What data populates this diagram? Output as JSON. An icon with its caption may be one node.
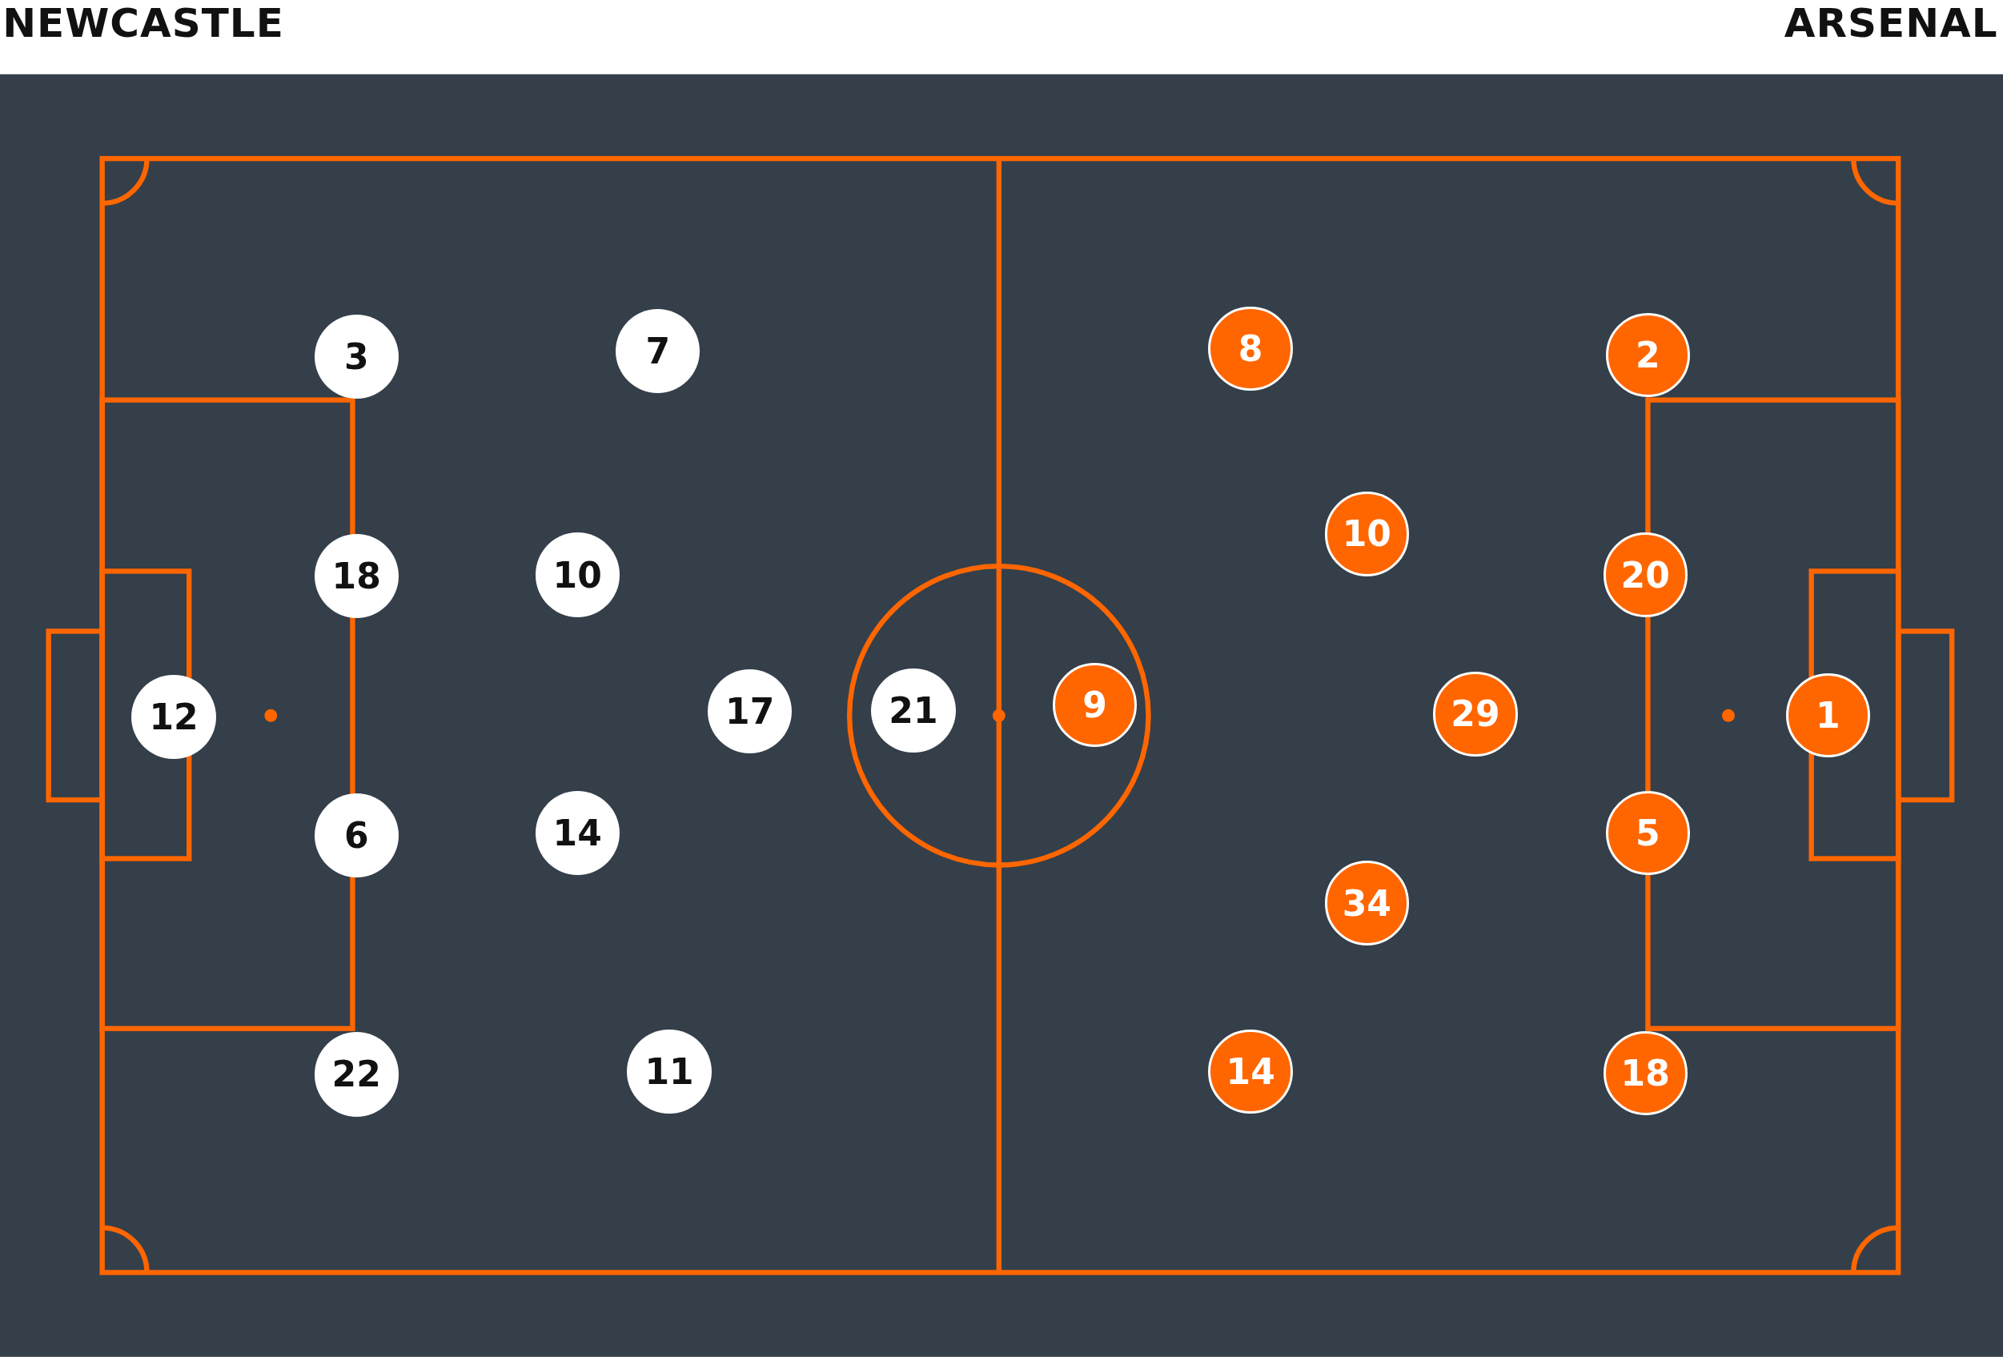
{
  "diagram": {
    "nodes": [
      {
        "text": [
          "3"
        ]
      },
      {
        "text": [
          "7"
        ]
      },
      {
        "text": [
          "18"
        ]
      },
      {
        "text": [
          "10"
        ]
      },
      {
        "text": [
          "12"
        ]
      },
      {
        "text": [
          "17"
        ]
      },
      {
        "text": [
          "21"
        ]
      },
      {
        "text": [
          "6"
        ]
      },
      {
        "text": [
          "14"
        ]
      },
      {
        "text": [
          "22"
        ]
      },
      {
        "text": [
          "11"
        ]
      },
      {
        "text": [
          "8"
        ]
      },
      {
        "text": [
          "2"
        ]
      },
      {
        "text": [
          "10"
        ]
      },
      {
        "text": [
          "20"
        ]
      },
      {
        "text": [
          "9"
        ]
      },
      {
        "text": [
          "29"
        ]
      },
      {
        "text": [
          "1"
        ]
      },
      {
        "text": [
          "5"
        ]
      },
      {
        "text": [
          "34"
        ]
      },
      {
        "text": [
          "14"
        ]
      },
      {
        "text": [
          "18"
        ]
      }
    ],
    "edges": [],
    "labels": [
      "NEWCASTLE",
      "ARSENAL"
    ]
  }
}
